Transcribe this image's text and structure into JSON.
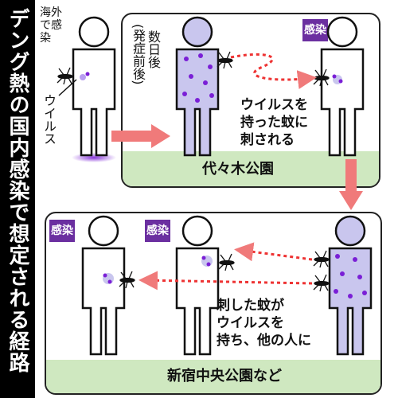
{
  "title": "デング熱の国内感染で想定される経路",
  "panel_top": {
    "park": "代々木公園",
    "traveler_note": "海外で感染",
    "virus_label": "ウイルス",
    "days_note": "数日後",
    "days_note_sub": "(発症前後)",
    "infected_badge": "感染",
    "caption": [
      "ウイルスを",
      "持った蚊に",
      "刺される"
    ]
  },
  "panel_bottom": {
    "park": "新宿中央公園など",
    "badge_left": "感染",
    "badge_mid": "感染",
    "caption": [
      "刺した蚊が",
      "ウイルスを",
      "持ち、他の人に"
    ]
  },
  "colors": {
    "body_fill": "#c9c6ee",
    "dot": "#7a1fd6",
    "arrow_red": "#f07a7a",
    "badge": "#6b2fa0",
    "grass": "#cfe8c0"
  }
}
